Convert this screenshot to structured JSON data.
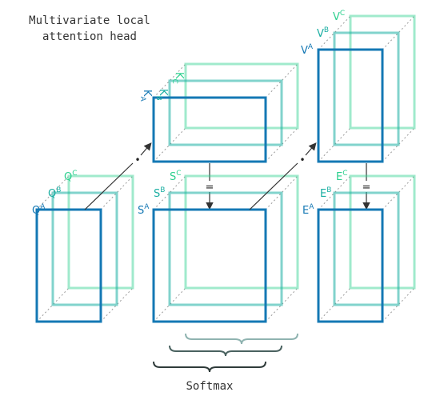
{
  "title": {
    "line1": "Multivariate local",
    "line2": "attention head"
  },
  "operators": {
    "dot": "•",
    "equals": "="
  },
  "footer": {
    "label": "Softmax"
  },
  "labels": {
    "q": {
      "a": {
        "base": "Q",
        "sup": "A"
      },
      "b": {
        "base": "Q",
        "sup": "B"
      },
      "c": {
        "base": "Q",
        "sup": "C"
      }
    },
    "k": {
      "a": {
        "base": "K",
        "sup": "A"
      },
      "b": {
        "base": "K",
        "sup": "B"
      },
      "c": {
        "base": "K",
        "sup": "C"
      }
    },
    "s": {
      "a": {
        "base": "S",
        "sup": "A"
      },
      "b": {
        "base": "S",
        "sup": "B"
      },
      "c": {
        "base": "S",
        "sup": "C"
      }
    },
    "v": {
      "a": {
        "base": "V",
        "sup": "A"
      },
      "b": {
        "base": "V",
        "sup": "B"
      },
      "c": {
        "base": "V",
        "sup": "C"
      }
    },
    "e": {
      "a": {
        "base": "E",
        "sup": "A"
      },
      "b": {
        "base": "E",
        "sup": "B"
      },
      "c": {
        "base": "E",
        "sup": "C"
      }
    }
  },
  "colors": {
    "layer_a": "#1478b4",
    "layer_b": "#1aaea2",
    "layer_c": "#2cd08e",
    "edge": "#9a9a9a",
    "arrow": "#333333",
    "brace_dark": "#2f3b3a",
    "brace_mid": "#4a6260",
    "brace_light": "#8fb3b0"
  }
}
